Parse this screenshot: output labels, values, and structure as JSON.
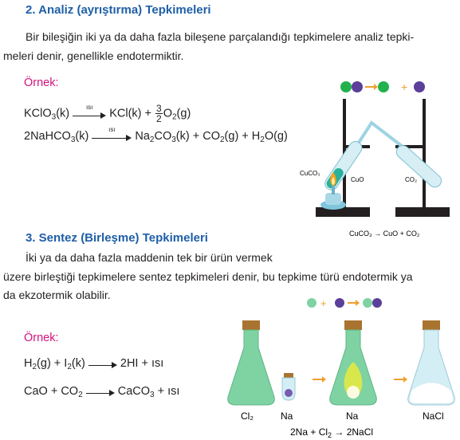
{
  "section2": {
    "title": "2. Analiz (ayrıştırma) Tepkimeleri",
    "para_line1": "Bir bileşiğin iki ya da daha fazla bileşene parçalandığı tepkimelere analiz tepki-",
    "para_line2": "meleri denir, genellikle endotermiktir.",
    "example_label": "Örnek:",
    "eq1": {
      "reactant_pre": "KClO",
      "reactant_sub": "3",
      "reactant_post": "(k)",
      "arrow_label": "ısı",
      "p1": "KCl(k) +",
      "frac_num": "3",
      "frac_den": "2",
      "p2_pre": "O",
      "p2_sub": "2",
      "p2_post": "(g)"
    },
    "eq2": {
      "r_pre": "2NaHCO",
      "r_sub": "3",
      "r_post": "(k)",
      "arrow_label": "ısı",
      "a_pre": "Na",
      "a_sub": "2",
      "a_mid": "CO",
      "a_sub2": "3",
      "a_post": "(k) + CO",
      "b_sub": "2",
      "b_post": "(g) + H",
      "c_sub": "2",
      "c_post": "O(g)"
    },
    "figure": {
      "tube1_label": "CuCO₃",
      "tube1_product": "CuO",
      "tube2_label": "CO₂",
      "caption": "CuCO₃ → CuO + CO₂",
      "colors": {
        "green": "#22b14c",
        "purple": "#5b3f9a",
        "stand": "#231f20",
        "glass": "#d6eef4"
      }
    }
  },
  "section3": {
    "title": "3. Sentez (Birleşme) Tepkimeleri",
    "para_line1": "İki ya da daha fazla maddenin tek bir ürün vermek",
    "para_line2": "üzere birleştiği tepkimelere sentez tepkimeleri denir, bu tepkime türü endotermik ya",
    "para_line3": "da ekzotermik olabilir.",
    "example_label": "Örnek:",
    "eq1": {
      "a_pre": "H",
      "a_sub": "2",
      "a_post": "(g) + I",
      "b_sub": "2",
      "b_post": "(k)",
      "product": "2HI + ısı"
    },
    "eq2": {
      "a": "CaO + CO",
      "a_sub": "2",
      "p_pre": "CaCO",
      "p_sub": "3",
      "p_post": " + ısı"
    },
    "figure": {
      "flask1_label": "Cl₂",
      "vial_label": "Na",
      "flask2_label": "Na",
      "flask3_label": "NaCl",
      "equation_pre": "2Na + Cl",
      "equation_sub": "2",
      "equation_post": " → 2NaCl",
      "colors": {
        "flask_green": "#7fd3a2",
        "flask_light": "#d4eef5",
        "cork": "#a8742f",
        "arrow": "#f0a030"
      }
    }
  }
}
